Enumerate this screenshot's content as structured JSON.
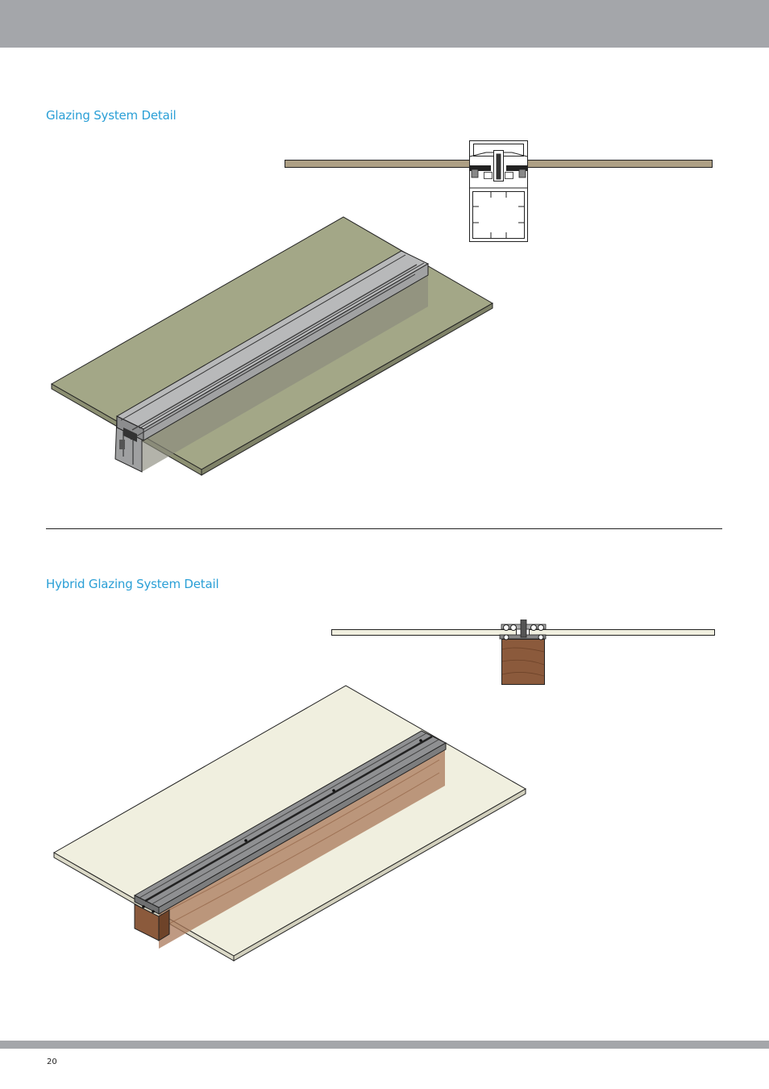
{
  "sections": [
    {
      "title": "Glazing System Detail"
    },
    {
      "title": "Hybrid Glazing System Detail"
    }
  ],
  "footer": {
    "page_number": "20"
  },
  "colors": {
    "header_band": "#a4a6aa",
    "title_text": "#2a9fd6",
    "glass_top_section": "#a3a787",
    "glass_bottom_section": "#f0efdf",
    "aluminium": "#a9aaab",
    "timber": "#8b5a3c"
  }
}
